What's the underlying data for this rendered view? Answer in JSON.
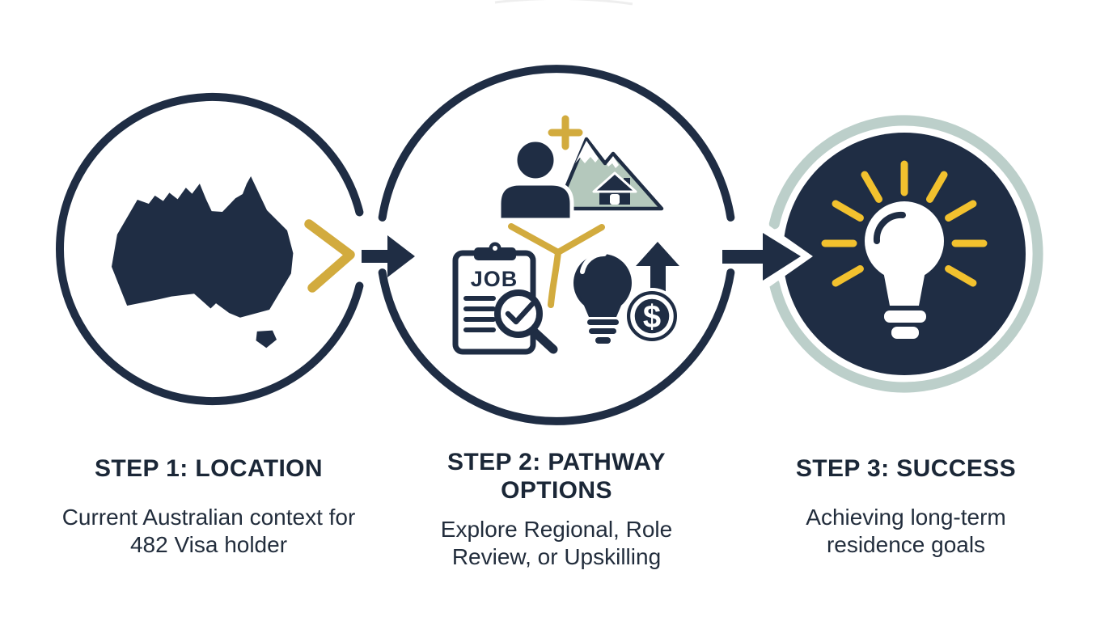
{
  "figure": {
    "type": "process-flow-infographic",
    "background": "#ffffff"
  },
  "colors": {
    "navy": "#1f2d44",
    "gold": "#d2ab3e",
    "ray_yellow": "#f2c12e",
    "sage": "#b4c8bc",
    "sage_ring": "#bccfca",
    "text": "#1b2737",
    "white": "#ffffff"
  },
  "steps": [
    {
      "title": "STEP 1: LOCATION",
      "description": "Current Australian context for 482 Visa holder",
      "icon": "australia-map-in-circle"
    },
    {
      "title": "STEP 2: PATHWAY OPTIONS",
      "description": "Explore Regional, Role Review, or Upskilling",
      "icon": "person-mountains-house-job-clipboard-bulb-money-collage-in-circle"
    },
    {
      "title": "STEP 3: SUCCESS",
      "description": "Achieving long-term residence goals",
      "icon": "glowing-lightbulb-in-dark-circle"
    }
  ],
  "icons": {
    "clipboard_label": "JOB",
    "coin_symbol": "$",
    "connectors": [
      "gold-chevron",
      "right-arrow",
      "right-arrow"
    ]
  }
}
